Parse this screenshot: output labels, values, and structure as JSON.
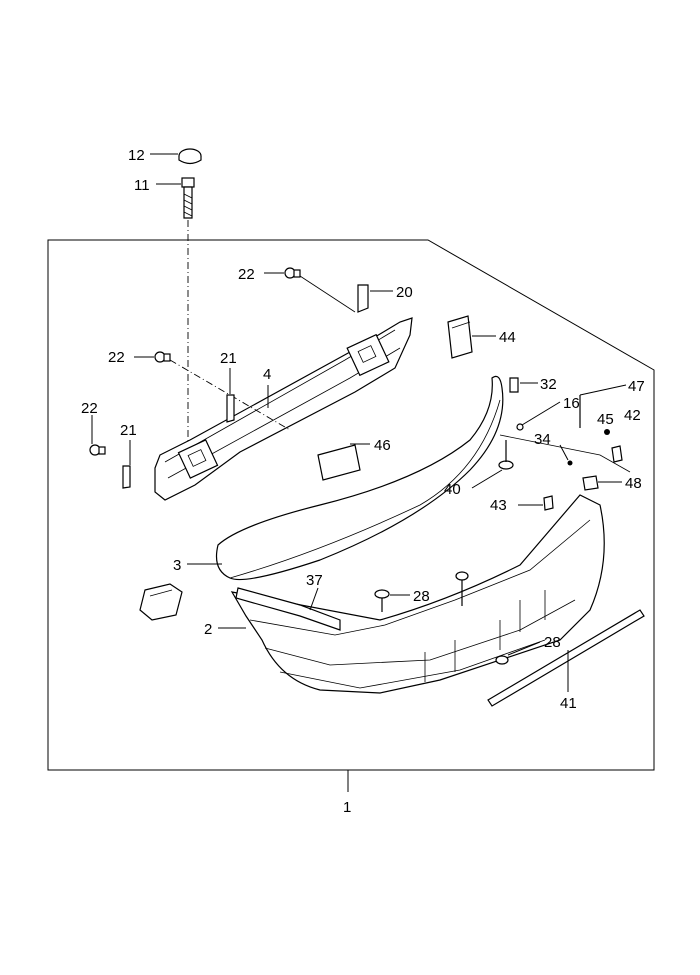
{
  "callouts": {
    "c12": "12",
    "c11": "11",
    "c22a": "22",
    "c20": "20",
    "c44": "44",
    "c22b": "22",
    "c21a": "21",
    "c4": "4",
    "c32": "32",
    "c47": "47",
    "c22c": "22",
    "c21b": "21",
    "c16": "16",
    "c45": "45",
    "c42": "42",
    "c34": "34",
    "c46": "46",
    "c40": "40",
    "c48": "48",
    "c43": "43",
    "c3": "3",
    "c37": "37",
    "c28a": "28",
    "c2": "2",
    "c28b": "28",
    "c41": "41",
    "c1": "1"
  }
}
